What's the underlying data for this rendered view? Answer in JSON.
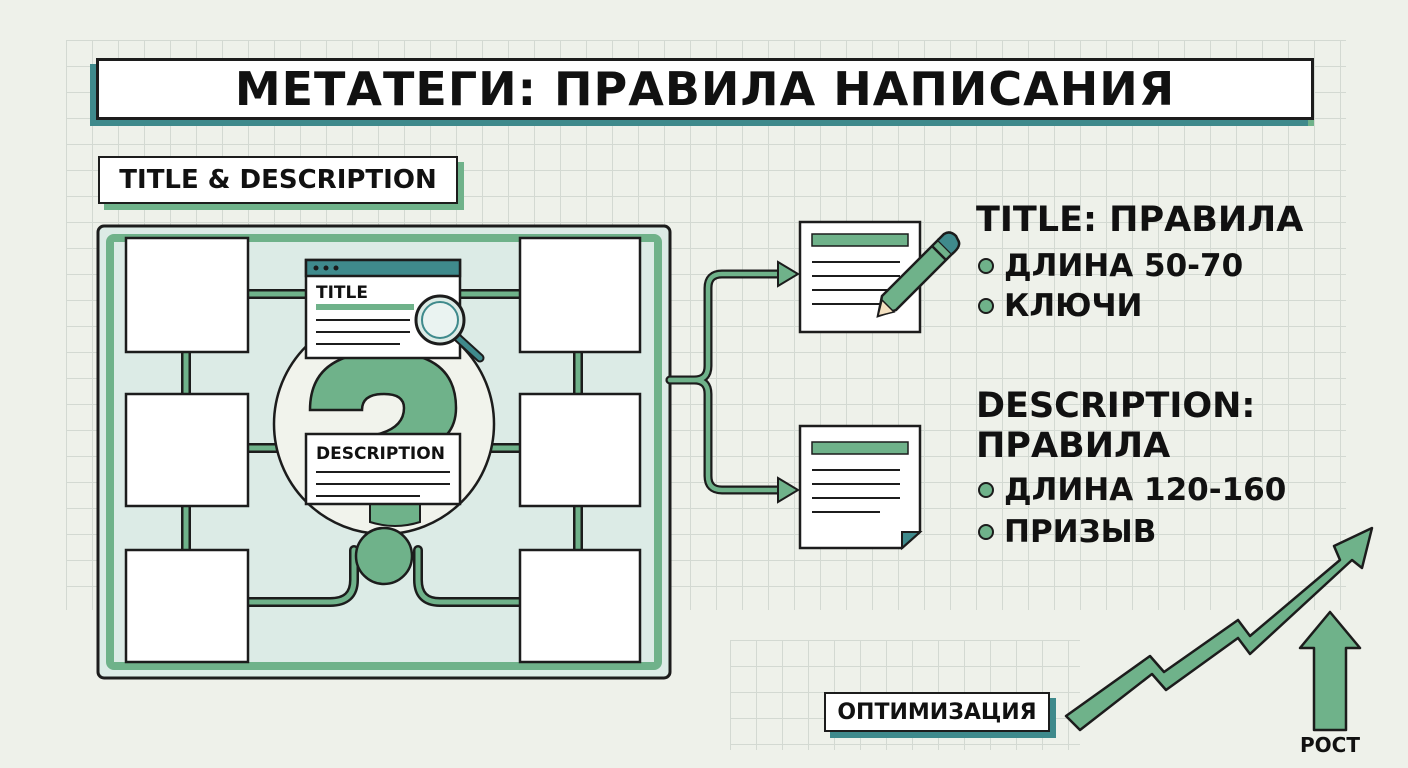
{
  "header": {
    "title": "МЕТАТЕГИ: ПРАВИЛА НАПИСАНИЯ"
  },
  "section_tag": "TITLE & DESCRIPTION",
  "diagram": {
    "title_card_label": "TITLE",
    "description_card_label": "DESCRIPTION"
  },
  "title_rules": {
    "heading": "TITLE: ПРАВИЛА",
    "items": [
      "ДЛИНА 50-70",
      "КЛЮЧИ"
    ]
  },
  "description_rules": {
    "heading_line1": "DESCRIPTION:",
    "heading_line2": "ПРАВИЛА",
    "items": [
      "ДЛИНА 120-160",
      "ПРИЗЫВ"
    ]
  },
  "optimization_tag": "ОПТИМИЗАЦИЯ",
  "growth_label": "РОСТ",
  "colors": {
    "green": "#6fb28a",
    "teal": "#3f8a8c",
    "outline": "#1c1c1c",
    "light": "#dcebe6"
  }
}
